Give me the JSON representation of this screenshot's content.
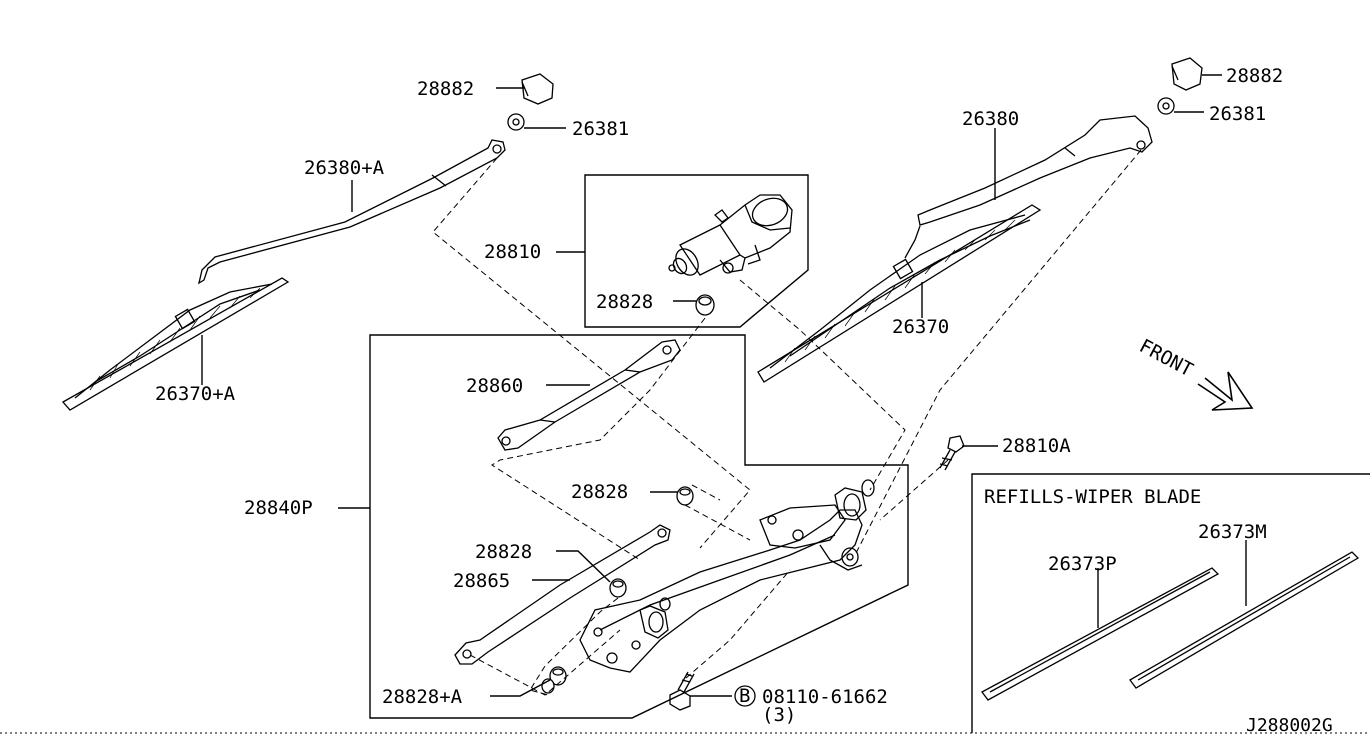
{
  "labels": {
    "l28882_left": "28882",
    "l26381_left": "26381",
    "l26380A": "26380+A",
    "l26370A": "26370+A",
    "l28810": "28810",
    "l28828_motor": "28828",
    "l28860": "28860",
    "l28840P": "28840P",
    "l28828_a": "28828",
    "l28828_b": "28828",
    "l28865": "28865",
    "l28828A": "28828+A",
    "l26380": "26380",
    "l28882_right": "28882",
    "l26381_right": "26381",
    "l26370": "26370",
    "l28810A": "28810A",
    "front": "FRONT",
    "bolt_circle": "B",
    "bolt_code": "08110-61662",
    "bolt_qty": "(3)",
    "refills_title": "REFILLS-WIPER BLADE",
    "l26373P": "26373P",
    "l26373M": "26373M",
    "diagram_id": "J288002G"
  }
}
